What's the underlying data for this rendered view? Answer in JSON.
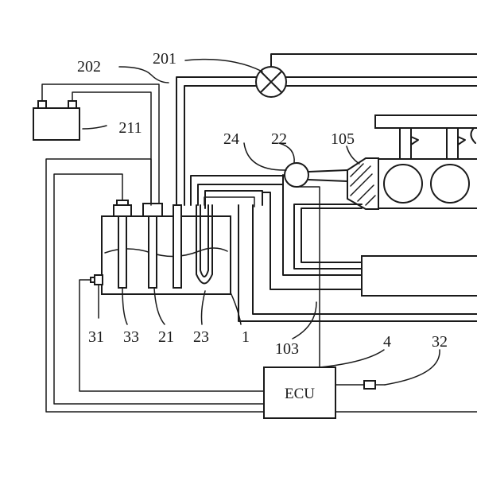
{
  "labels": {
    "l202": "202",
    "l201": "201",
    "l211": "211",
    "l24": "24",
    "l22": "22",
    "l105": "105",
    "l31": "31",
    "l33": "33",
    "l21": "21",
    "l23": "23",
    "l1": "1",
    "l103": "103",
    "l4": "4",
    "l32": "32"
  },
  "ecu": {
    "text": "ECU"
  }
}
